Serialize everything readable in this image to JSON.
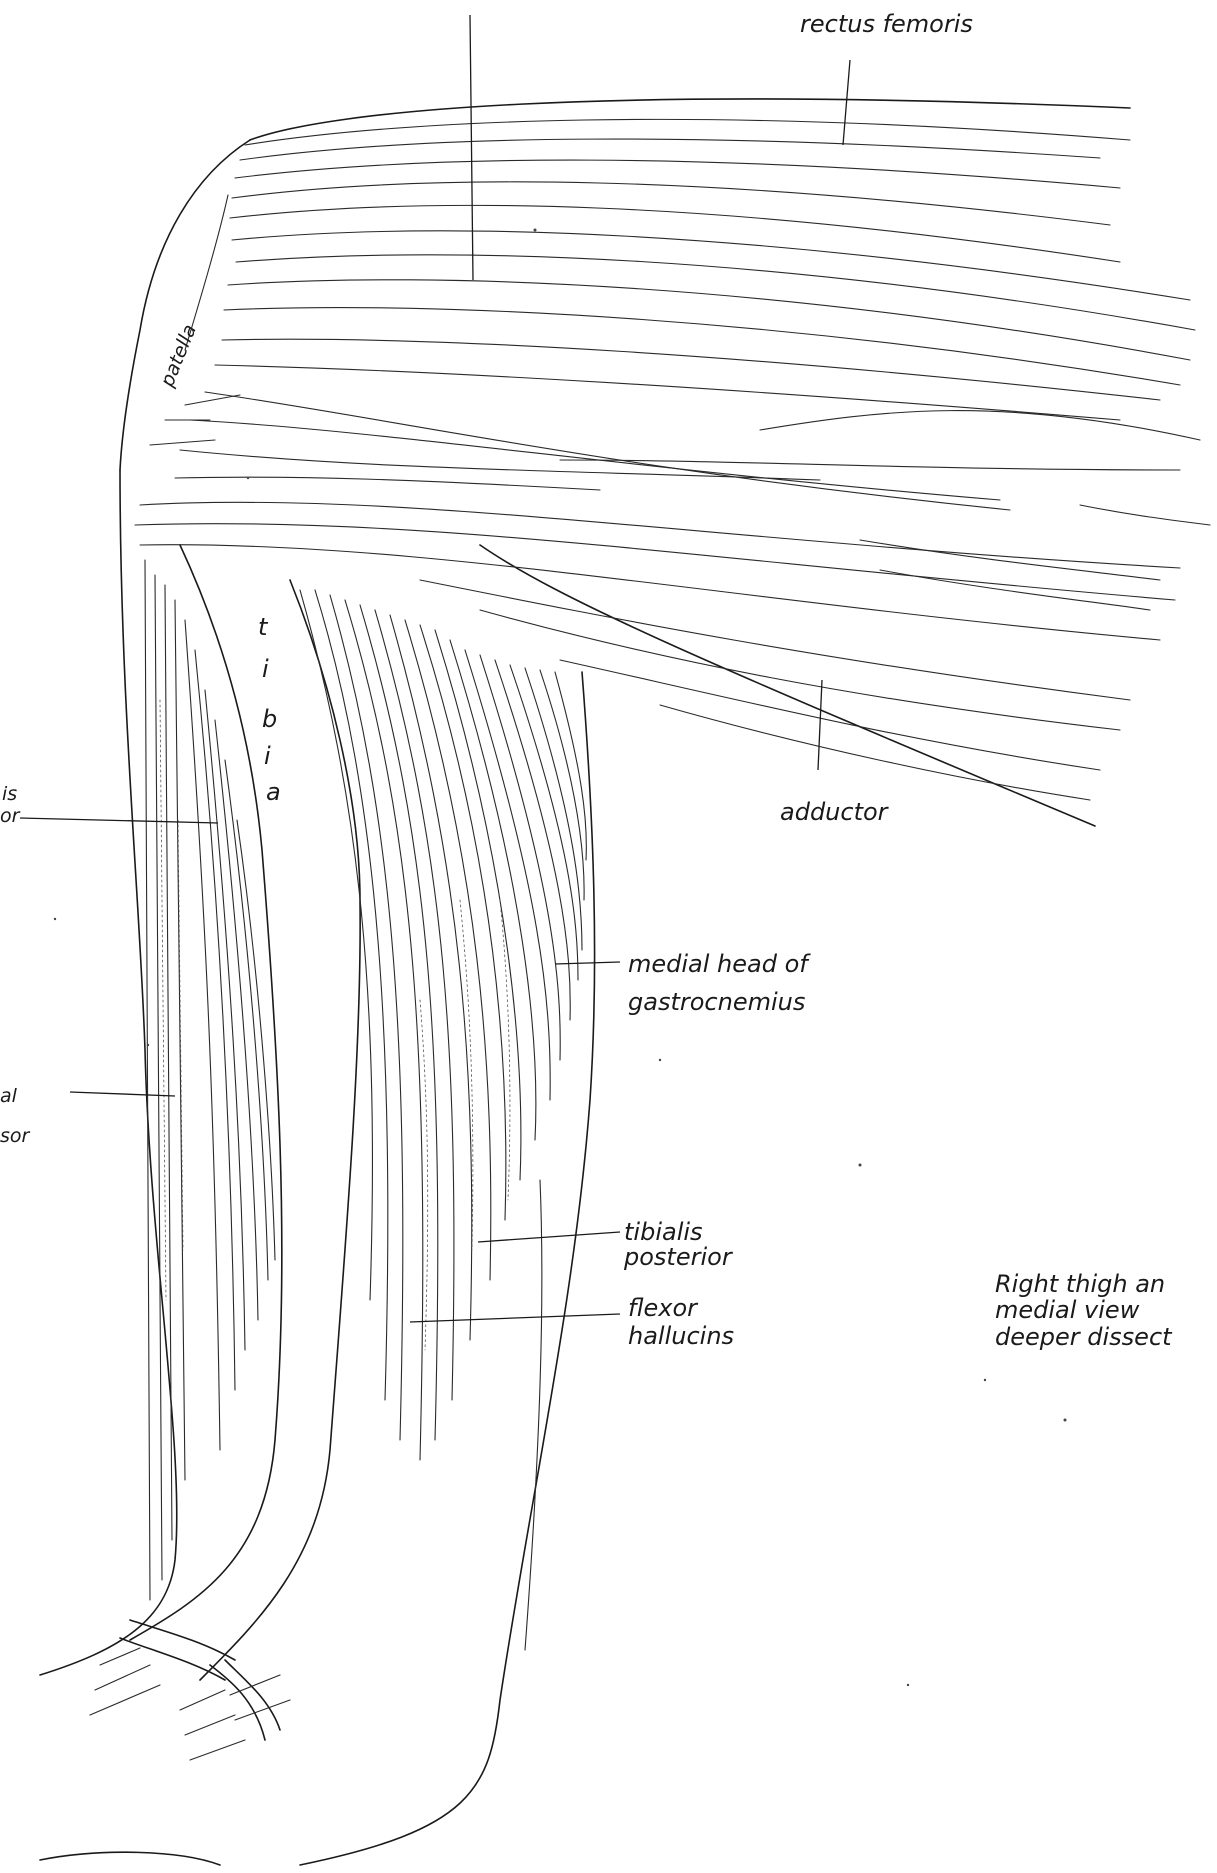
{
  "labels": {
    "rectus_femoris": "rectus femoris",
    "patella": "patella",
    "tibia_letters": [
      "t",
      "i",
      "b",
      "i",
      "a"
    ],
    "adductor": "adductor",
    "medial_head_line1": "medial head of",
    "medial_head_line2": "gastrocnemius",
    "tibialis_posterior_line1": "tibialis",
    "tibialis_posterior_line2": "posterior",
    "flexor_hallucis_line1": "flexor",
    "flexor_hallucis_line2": "hallucins",
    "left_label_1_line1": "is",
    "left_label_1_line2": "or",
    "left_label_2_line1": "al",
    "left_label_2_line2": "sor"
  },
  "caption": {
    "line1": "Right thigh an",
    "line2": "medial view",
    "line3": "deeper dissect"
  }
}
